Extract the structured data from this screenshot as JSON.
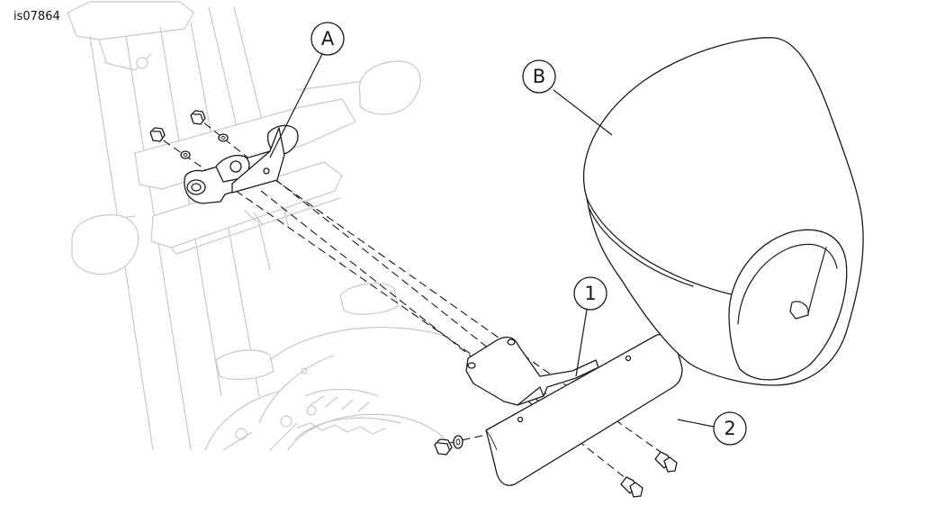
{
  "figure_id": "is07864",
  "callouts": [
    {
      "label": "A"
    },
    {
      "label": "B"
    },
    {
      "label": "1"
    },
    {
      "label": "2"
    }
  ],
  "colors": {
    "line_art": "#1a1a1a",
    "context_art": "#c9c9c9",
    "background": "#ffffff"
  }
}
